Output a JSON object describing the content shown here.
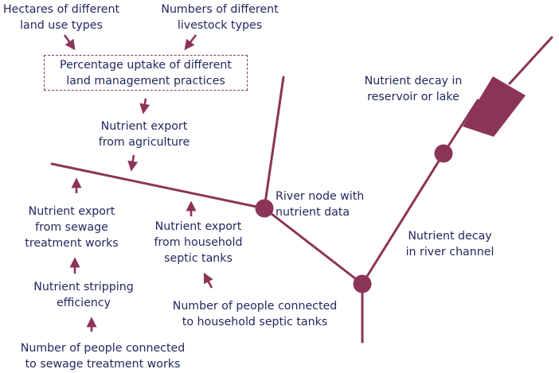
{
  "labels": {
    "hectares": "Hectares of different\nland use types",
    "livestock": "Numbers of different\nlivestock types",
    "uptake": "Percentage uptake of different\nland management practices",
    "agri_export": "Nutrient export\nfrom agriculture",
    "sewage_export": "Nutrient export\nfrom sewage\ntreatment works",
    "septic_export": "Nutrient export\nfrom household\nseptic tanks",
    "stripping": "Nutrient stripping\nefficiency",
    "people_septic": "Number of people connected\nto household septic tanks",
    "people_sewage": "Number of people connected\nto sewage treatment works",
    "river_node": "River node with\nnutrient data",
    "river_decay": "Nutrient decay\nin river channel",
    "reservoir_decay": "Nutrient decay in\nreservoir or lake"
  },
  "colors": {
    "text": "#21285e",
    "arrow": "#8b3458",
    "node": "#8b3458",
    "river": "#8b3458"
  }
}
